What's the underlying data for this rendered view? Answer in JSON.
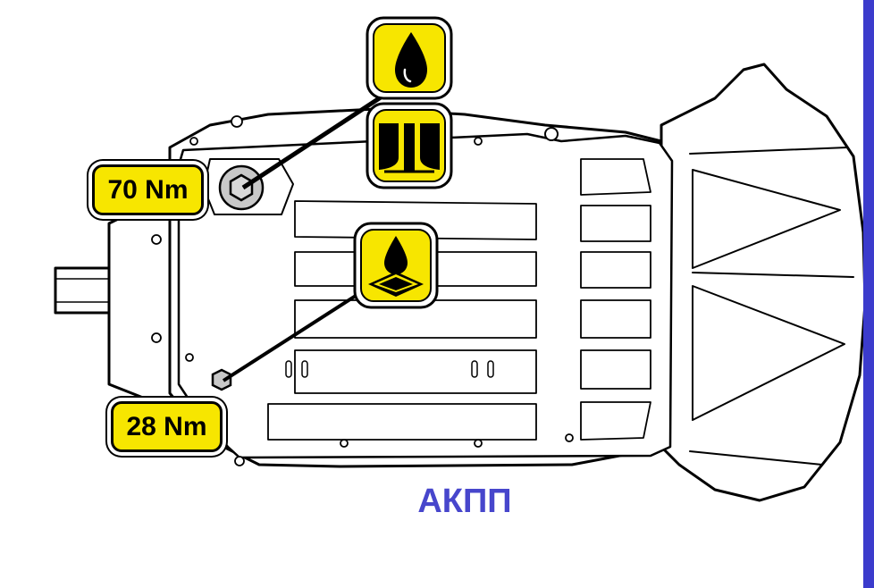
{
  "colors": {
    "label_fill": "#f7e600",
    "caption_color": "#4746cc",
    "side_bar": "#3b3bcc",
    "outline": "#000000",
    "plug_gray": "#c8c8c8"
  },
  "icons": {
    "fill_plug_icon": "oil-drop-icon",
    "fill_plug_type_icon": "plug-cross-section-icon",
    "drain_plug_icon": "oil-drop-on-pan-icon"
  },
  "torque_labels": {
    "fill_plug": "70 Nm",
    "drain_plug": "28 Nm"
  },
  "caption": "АКПП"
}
